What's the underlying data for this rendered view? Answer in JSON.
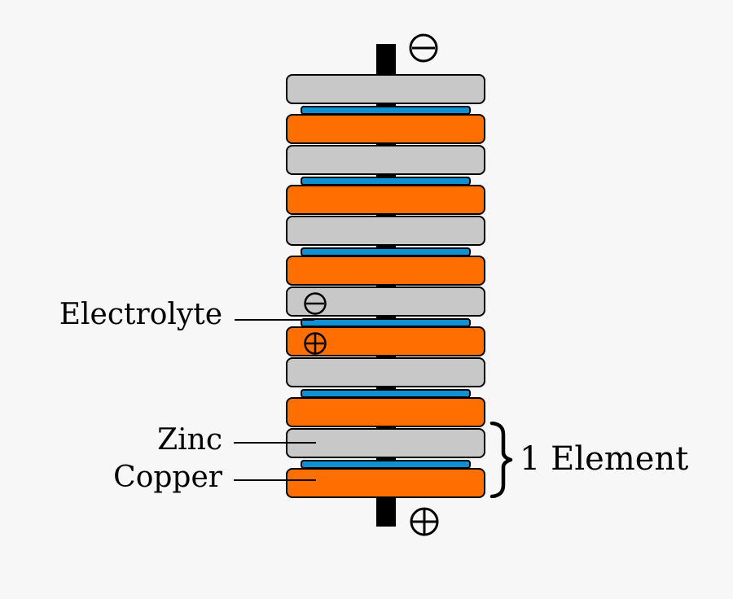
{
  "diagram": "voltaic-pile",
  "colors": {
    "zinc": "#c8c8c8",
    "copper": "#ff6e00",
    "electrolyte": "#0e90d2",
    "terminal": "#000000",
    "background": "#f7f7f7"
  },
  "labels": {
    "electrolyte": "Electrolyte",
    "zinc": "Zinc",
    "copper": "Copper",
    "element": "1 Element"
  },
  "terminals": {
    "top": "minus",
    "bottom": "plus"
  },
  "stack": {
    "layer_order_top_to_bottom": [
      "zinc",
      "electrolyte",
      "copper"
    ],
    "elements": [
      {
        "zinc_symbol": null,
        "copper_symbol": null
      },
      {
        "zinc_symbol": null,
        "copper_symbol": null
      },
      {
        "zinc_symbol": null,
        "copper_symbol": null
      },
      {
        "zinc_symbol": "minus",
        "copper_symbol": "plus"
      },
      {
        "zinc_symbol": null,
        "copper_symbol": null
      },
      {
        "zinc_symbol": null,
        "copper_symbol": null
      }
    ]
  }
}
